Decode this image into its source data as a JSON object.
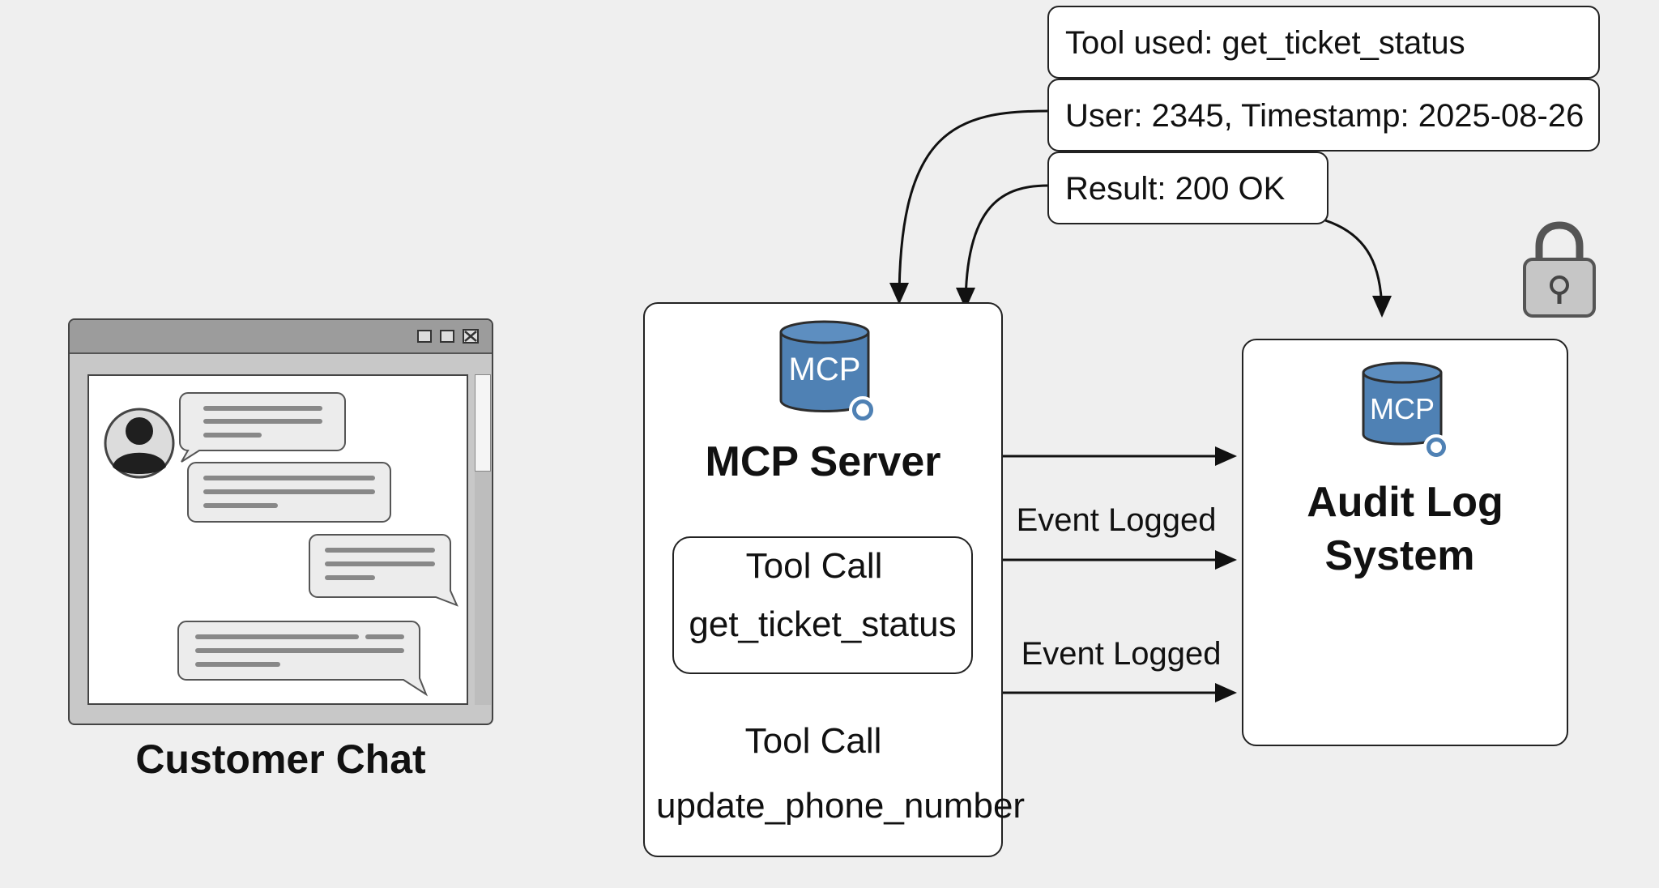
{
  "log_entries": {
    "tool_used": "Tool used: get_ticket_status",
    "user_timestamp": "User: 2345, Timestamp: 2025-08-26",
    "result": "Result: 200 OK"
  },
  "customer_chat": {
    "title": "Customer Chat"
  },
  "mcp_server": {
    "icon_label": "MCP",
    "title": "MCP Server",
    "tool_call_1": {
      "label": "Tool Call",
      "name": "get_ticket_status"
    },
    "tool_call_2": {
      "label": "Tool Call",
      "name": "update_phone_number"
    }
  },
  "audit_log": {
    "icon_label": "MCP",
    "title_line1": "Audit Log",
    "title_line2": "System"
  },
  "arrows": {
    "event_logged_1": "Event Logged",
    "event_logged_2": "Event Logged"
  },
  "icons": [
    "user-avatar-icon",
    "lock-icon",
    "database-icon",
    "window-controls-icon"
  ],
  "colors": {
    "database": "#4f81b4",
    "stroke": "#222222",
    "background": "#efefef"
  }
}
